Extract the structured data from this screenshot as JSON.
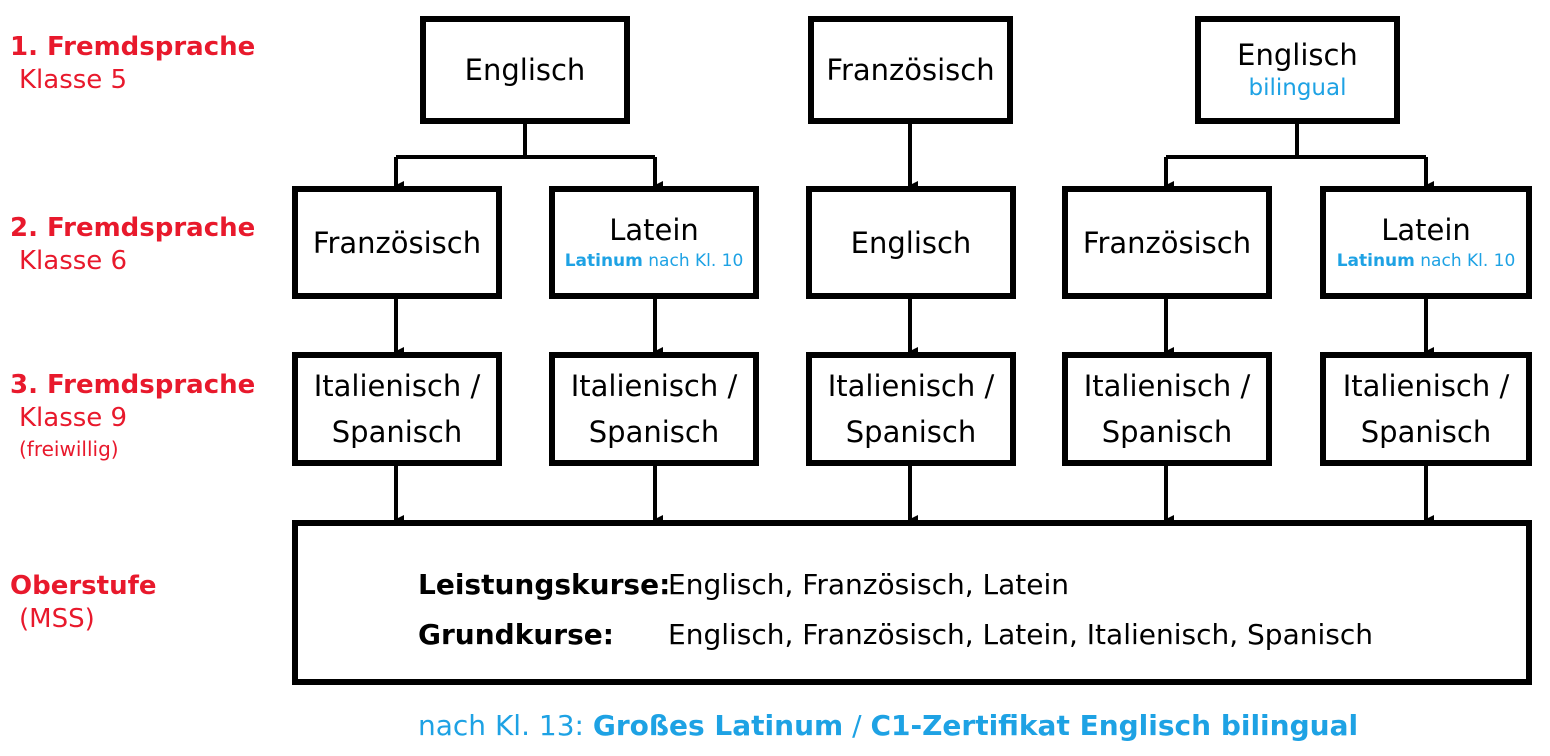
{
  "row_labels": [
    {
      "title": "1. Fremdsprache",
      "subtitle": "Klasse 5"
    },
    {
      "title": "2. Fremdsprache",
      "subtitle": "Klasse 6"
    },
    {
      "title": "3. Fremdsprache",
      "subtitle": "Klasse 9",
      "note": "(freiwillig)"
    },
    {
      "title": "Oberstufe",
      "subtitle": "(MSS)"
    }
  ],
  "level1": [
    {
      "label": "Englisch"
    },
    {
      "label": "Französisch"
    },
    {
      "label": "Englisch",
      "sub": "bilingual"
    }
  ],
  "level2": [
    {
      "label": "Französisch"
    },
    {
      "label": "Latein",
      "note_bold": "Latinum",
      "note_rest": " nach Kl. 10"
    },
    {
      "label": "Englisch"
    },
    {
      "label": "Französisch"
    },
    {
      "label": "Latein",
      "note_bold": "Latinum",
      "note_rest": " nach Kl. 10"
    }
  ],
  "level3": [
    {
      "line1": "Italienisch /",
      "line2": "Spanisch"
    },
    {
      "line1": "Italienisch /",
      "line2": "Spanisch"
    },
    {
      "line1": "Italienisch /",
      "line2": "Spanisch"
    },
    {
      "line1": "Italienisch /",
      "line2": "Spanisch"
    },
    {
      "line1": "Italienisch /",
      "line2": "Spanisch"
    }
  ],
  "oberstufe": {
    "lk_label": "Leistungskurse:",
    "lk_value": "Englisch, Französisch, Latein",
    "gk_label": "Grundkurse:",
    "gk_value": "Englisch, Französisch, Latein, Italienisch, Spanisch"
  },
  "footer": {
    "prefix": "nach Kl. 13: ",
    "part1": "Großes Latinum",
    "sep": " / ",
    "part2": "C1-Zertifikat Englisch bilingual"
  },
  "colors": {
    "label_red": "#e8192c",
    "accent_blue": "#1ea2e4",
    "line": "#000000"
  }
}
